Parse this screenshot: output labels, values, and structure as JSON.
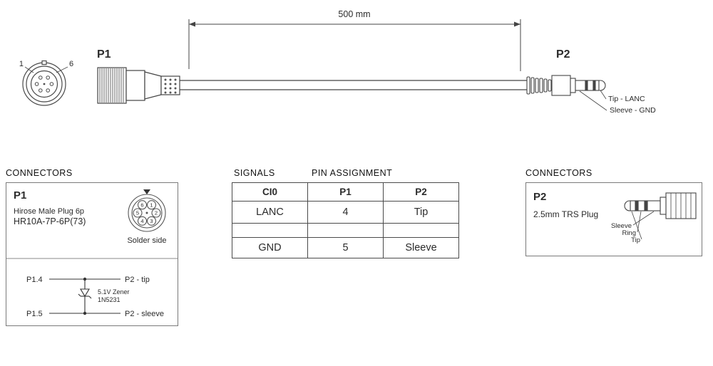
{
  "top": {
    "dimension": "500 mm",
    "p1": "P1",
    "p2": "P2",
    "pin1": "1",
    "pin6": "6",
    "tip_note": "Tip - LANC",
    "sleeve_note": "Sleeve - GND"
  },
  "p1_box": {
    "heading": "CONNECTORS",
    "title": "P1",
    "subtitle": "Hirose Male Plug 6p",
    "part": "HR10A-7P-6P(73)",
    "solder": "Solder side",
    "pins": [
      "6",
      "1",
      "5",
      "2",
      "4",
      "3"
    ],
    "sch": {
      "in1": "P1.4",
      "out1": "P2 - tip",
      "in2": "P1.5",
      "out2": "P2 - sleeve",
      "zener1": "5.1V Zener",
      "zener2": "1N5231"
    }
  },
  "table": {
    "heading_signals": "SIGNALS",
    "heading_pins": "PIN ASSIGNMENT",
    "headers": [
      "CI0",
      "P1",
      "P2"
    ],
    "rows": [
      [
        "LANC",
        "4",
        "Tip"
      ],
      [
        "",
        "",
        ""
      ],
      [
        "GND",
        "5",
        "Sleeve"
      ]
    ]
  },
  "p2_box": {
    "heading": "CONNECTORS",
    "title": "P2",
    "subtitle": "2.5mm TRS Plug",
    "sleeve": "Sleeve",
    "ring": "Ring",
    "tip": "Tip"
  }
}
